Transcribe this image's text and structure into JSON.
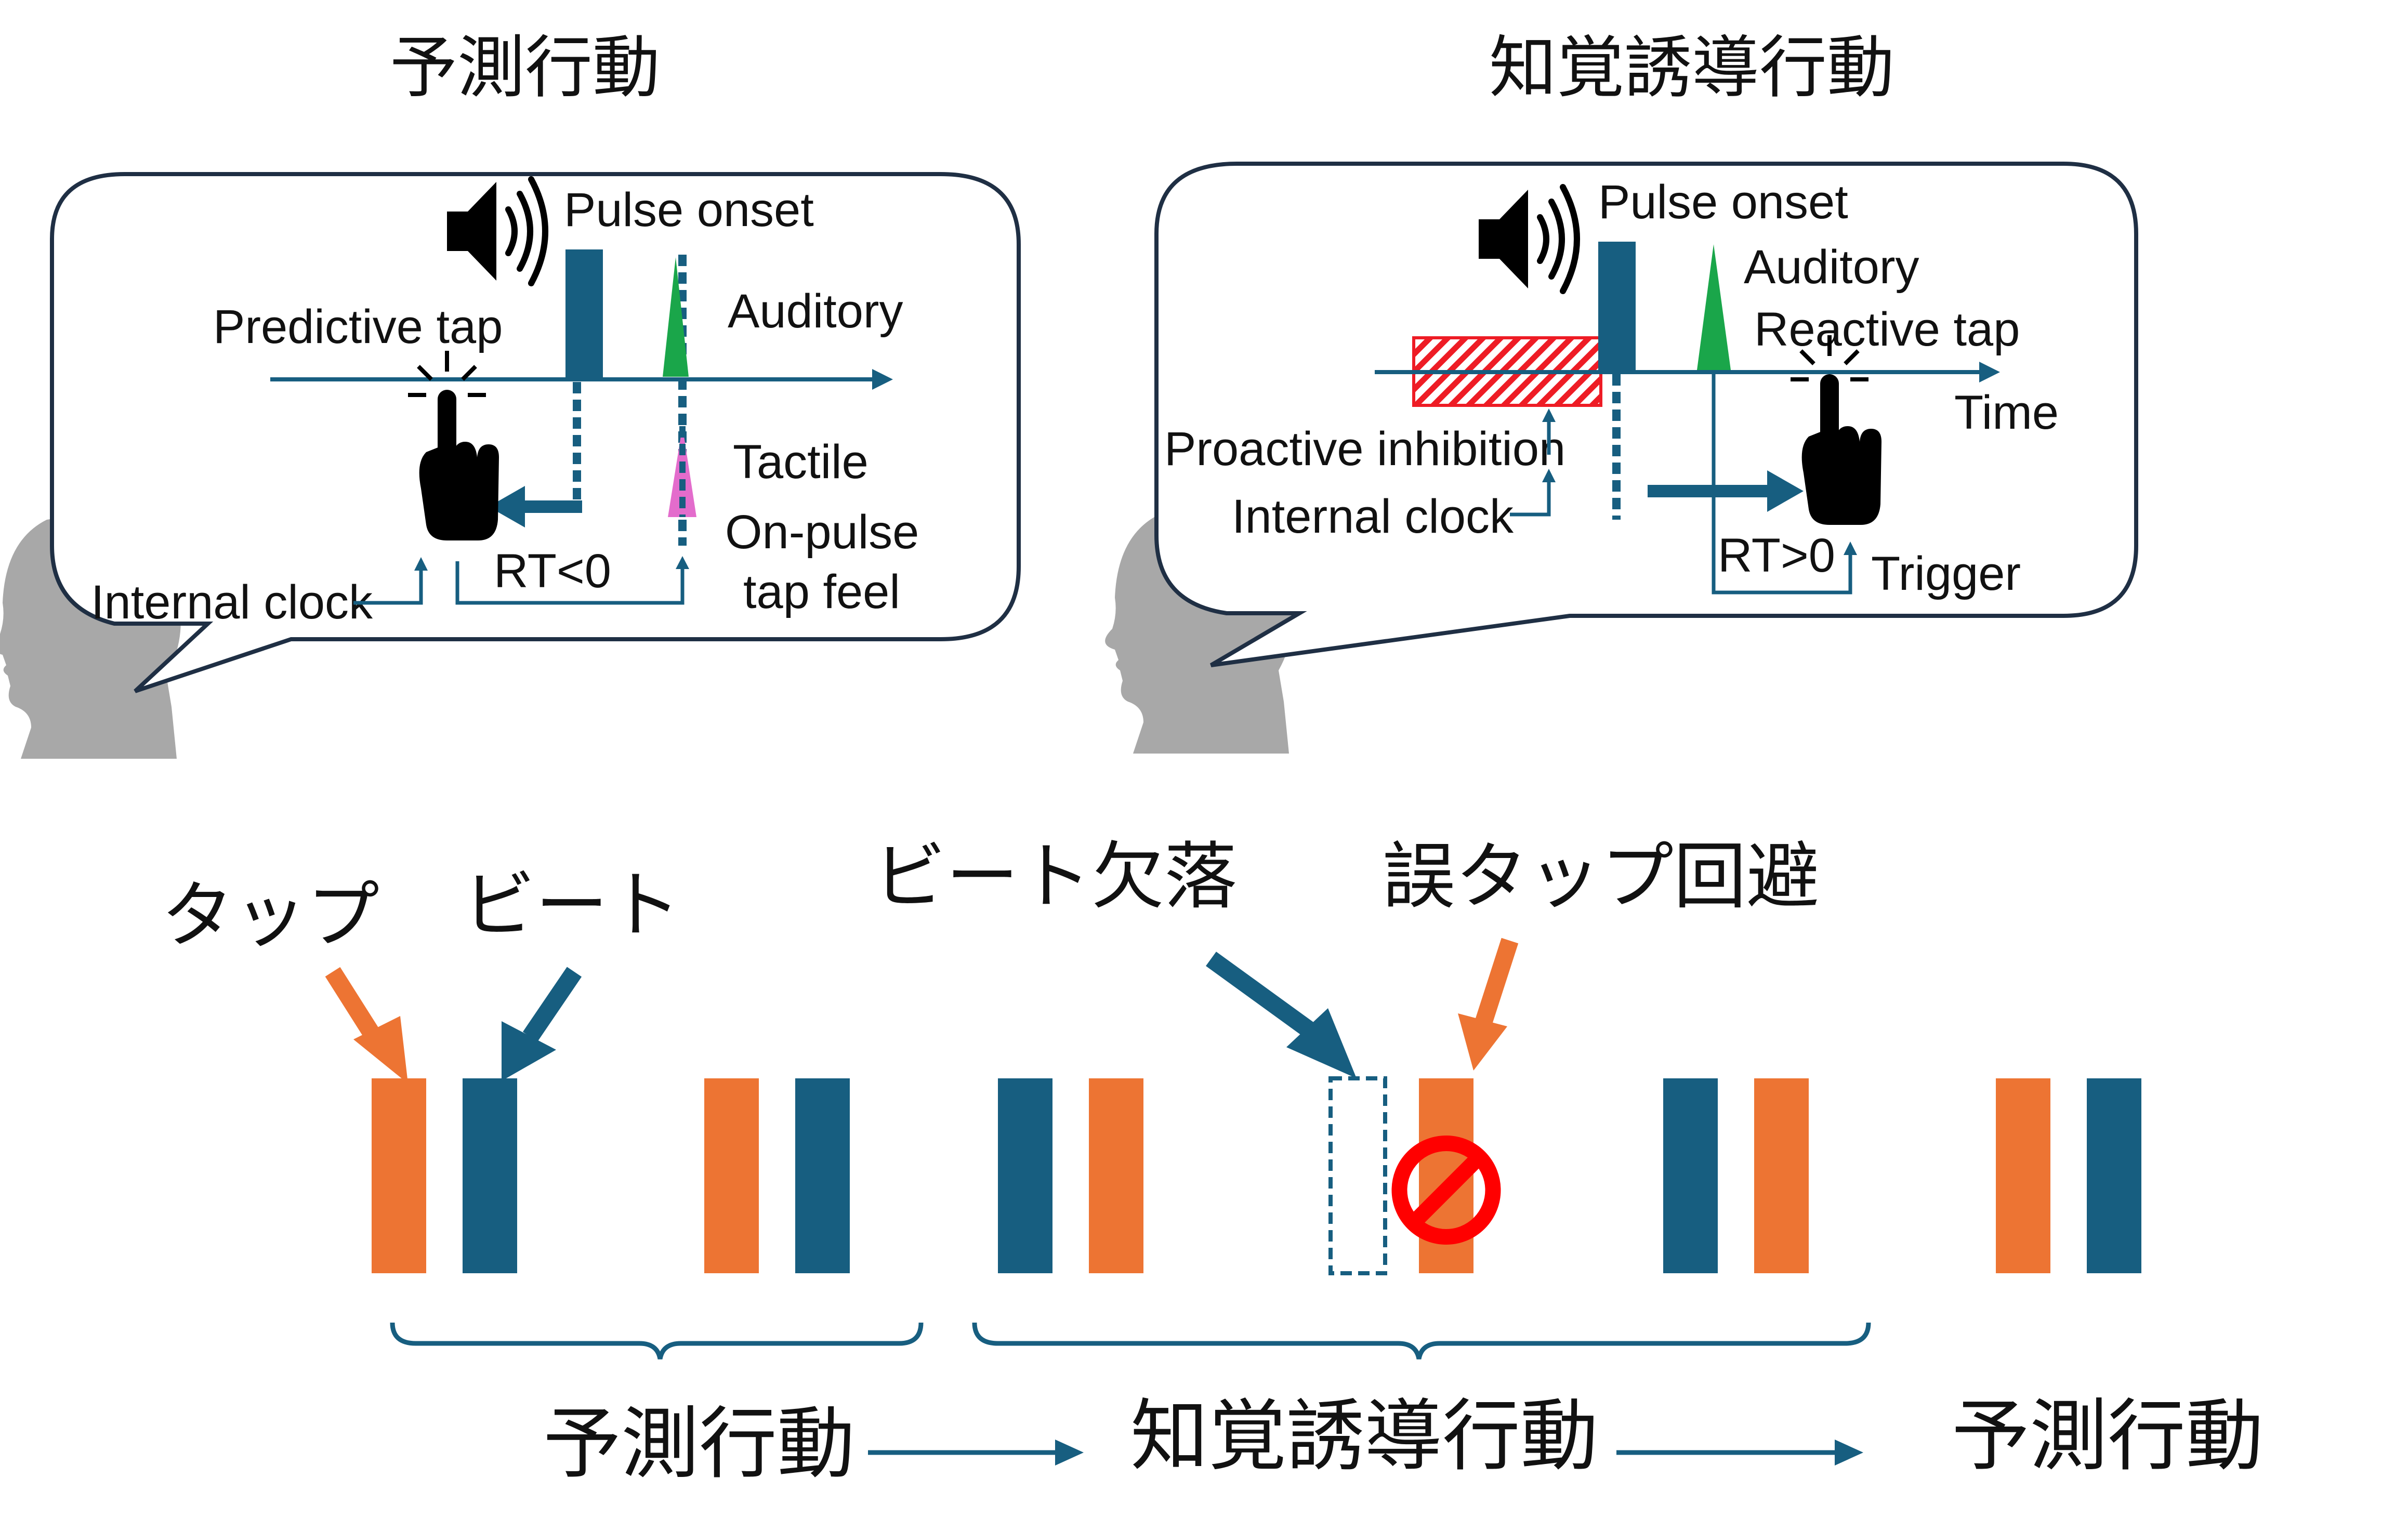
{
  "colors": {
    "orange": "#ED7433",
    "teal": "#175E80",
    "green": "#1AA64A",
    "magenta": "#E36CCC",
    "hatch_red": "#EE1C25",
    "prohibit_red": "#FF0000",
    "head_gray": "#A8A8A8",
    "text": "#111111"
  },
  "panel_left": {
    "title": "予測行動",
    "pulse_onset": "Pulse onset",
    "predictive_tap": "Predictive tap",
    "auditory": "Auditory",
    "tactile": "Tactile",
    "on_pulse_line1": "On-pulse",
    "on_pulse_line2": "tap feel",
    "rt": "RT<0",
    "internal_clock": "Internal clock",
    "icons": [
      "speaker-icon",
      "tap-hand-icon",
      "head-silhouette-icon"
    ]
  },
  "panel_right": {
    "title": "知覚誘導行動",
    "pulse_onset": "Pulse onset",
    "auditory": "Auditory",
    "reactive_tap": "Reactive tap",
    "time": "Time",
    "proactive_inhibition": "Proactive inhibition",
    "internal_clock": "Internal clock",
    "rt": "RT>0",
    "trigger": "Trigger",
    "icons": [
      "speaker-icon",
      "tap-hand-icon",
      "head-silhouette-icon"
    ]
  },
  "timeline": {
    "labels": {
      "tap": "タップ",
      "beat": "ビート",
      "beat_missing": "ビート欠落",
      "error_tap_avoid": "誤タップ回避"
    },
    "sequence": [
      {
        "kind": "tap"
      },
      {
        "kind": "beat"
      },
      {
        "kind": "tap"
      },
      {
        "kind": "beat"
      },
      {
        "kind": "beat"
      },
      {
        "kind": "tap"
      },
      {
        "kind": "beat-missing"
      },
      {
        "kind": "tap-avoided"
      },
      {
        "kind": "beat"
      },
      {
        "kind": "tap"
      },
      {
        "kind": "tap"
      },
      {
        "kind": "beat"
      }
    ],
    "phases": [
      "予測行動",
      "知覚誘導行動",
      "予測行動"
    ]
  }
}
